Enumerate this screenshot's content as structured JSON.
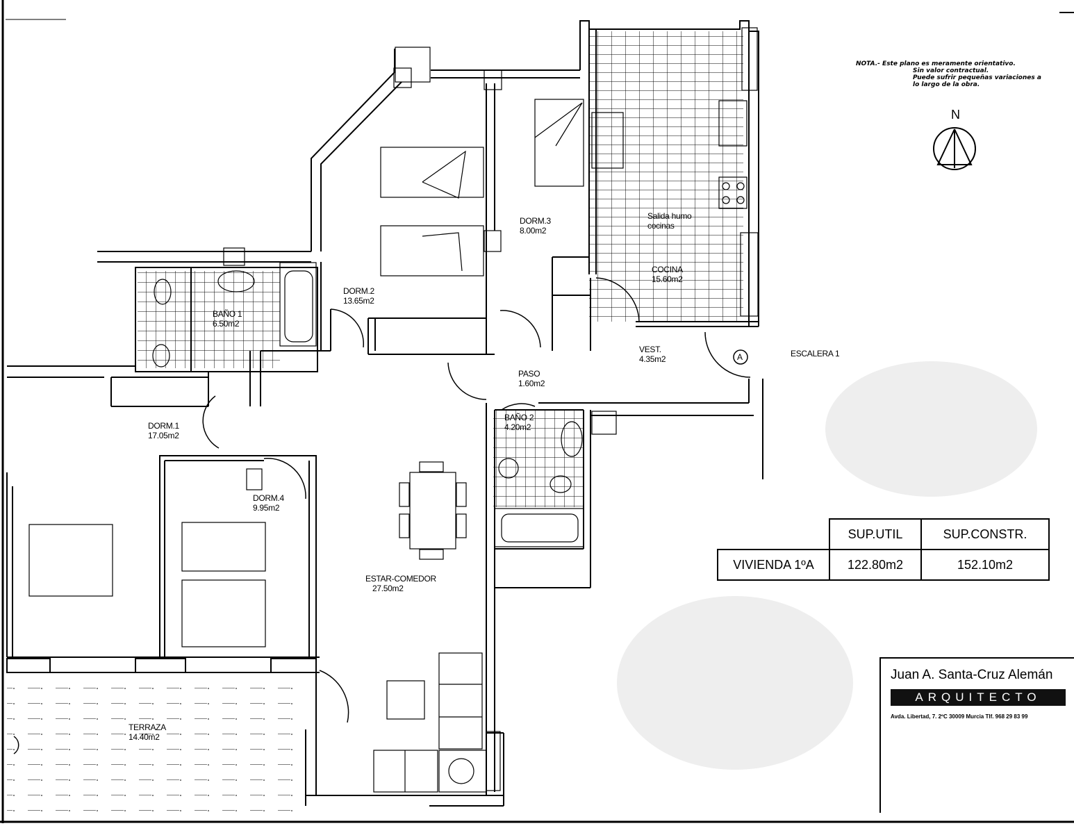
{
  "note": {
    "lines": [
      "NOTA.- Este plano es meramente orientativo.",
      "Sin valor contractual.",
      "Puede sufrir pequeñas variaciones a",
      "lo largo de la obra."
    ]
  },
  "compass": {
    "label": "N"
  },
  "rooms": {
    "dorm2": {
      "name": "DORM.2",
      "area": "13.65m2"
    },
    "dorm3": {
      "name": "DORM.3",
      "area": "8.00m2"
    },
    "cocina": {
      "name": "COCINA",
      "area": "15.60m2"
    },
    "salida": {
      "line1": "Salida humo",
      "line2": "cocinas"
    },
    "bano1": {
      "name": "BAÑO 1",
      "area": "6.50m2"
    },
    "vest": {
      "name": "VEST.",
      "area": "4.35m2"
    },
    "paso": {
      "name": "PASO",
      "area": "1.60m2"
    },
    "bano2": {
      "name": "BAÑO 2",
      "area": "4.20m2"
    },
    "dorm1": {
      "name": "DORM.1",
      "area": "17.05m2"
    },
    "dorm4": {
      "name": "DORM.4",
      "area": "9.95m2"
    },
    "estar": {
      "name": "ESTAR-COMEDOR",
      "area": "27.50m2"
    },
    "terraza": {
      "name": "TERRAZA",
      "area": "14.40m2"
    }
  },
  "escalera": {
    "label": "ESCALERA 1",
    "marker": "A"
  },
  "surface_table": {
    "header": [
      "",
      "SUP.UTIL",
      "SUP.CONSTR."
    ],
    "row": [
      "VIVIENDA 1ºA",
      "122.80m2",
      "152.10m2"
    ]
  },
  "architect": {
    "name": "Juan A. Santa-Cruz Alemán",
    "title": "ARQUITECTO",
    "address": "Avda. Libertad, 7. 2ºC  30009 Murcia   Tlf. 968 29 83 99"
  }
}
